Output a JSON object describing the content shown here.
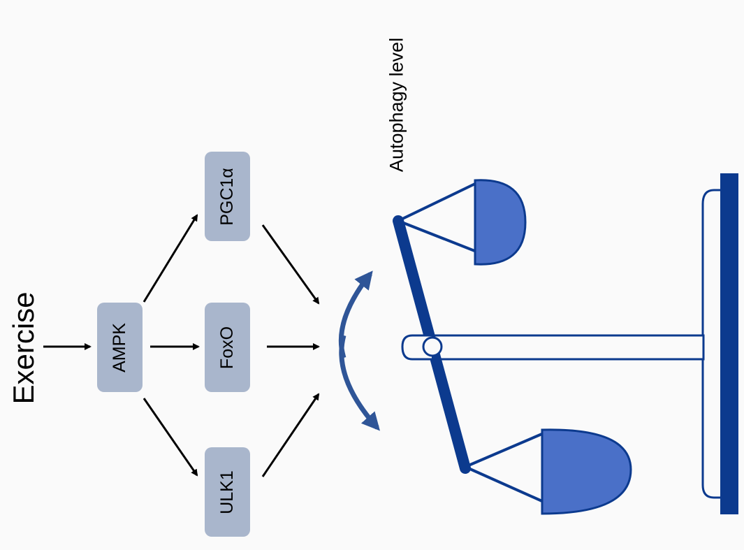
{
  "labels": {
    "input": "Exercise",
    "output": "Autophagy level"
  },
  "nodes": {
    "ampk": "AMPK",
    "pgc1a": "PGC1α",
    "foxo": "FoxO",
    "ulk1": "ULK1"
  },
  "colors": {
    "node_fill": "#a9b6cc",
    "scale_dark": "#0c3a8e",
    "scale_pan": "#4a70c8",
    "swing_arrow": "#2f5597",
    "arrow": "#000000"
  }
}
